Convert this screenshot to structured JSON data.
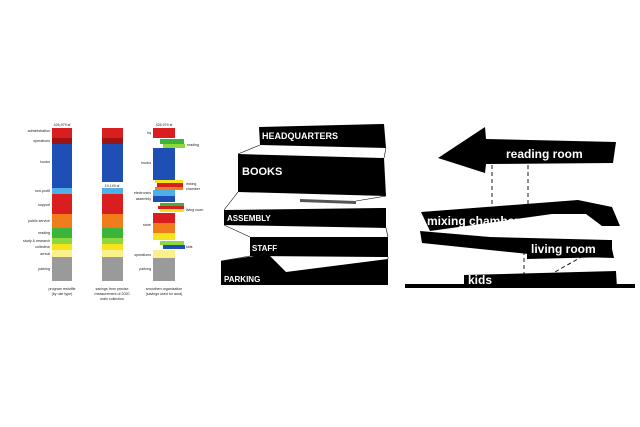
{
  "panel1": {
    "col1": {
      "top_label": "426,979 sf",
      "caption": [
        "program restuffle",
        "(by use type)"
      ],
      "labels": {
        "administration": "administration",
        "operations": "operations",
        "books": "books",
        "non_profit": "non-profit",
        "support": "support",
        "public_service": "public service",
        "reading": "reading",
        "study": "study & research",
        "collective": "collective",
        "arrival": "arrival",
        "parking": "parking"
      }
    },
    "col2": {
      "mid_label": "19,149 sf",
      "caption": [
        "savings from precise",
        "measurement of 2020",
        "main collection"
      ]
    },
    "col3": {
      "top_label": "426,979 sf",
      "caption": [
        "smoothen organization",
        "(savings used for aura)"
      ],
      "labels": {
        "hq": "hq",
        "reading": "reading",
        "books": "books",
        "mixing": "mixing",
        "chamber": "chamber",
        "electronics": "electronics",
        "assembly": "assembly",
        "living_room": "living room",
        "store": "store",
        "kids": "kids",
        "operations": "operations",
        "parking": "parking"
      }
    }
  },
  "panel2": {
    "headquarters": "HEADQUARTERS",
    "books": "BOOKS",
    "assembly": "ASSEMBLY",
    "staff": "STAFF",
    "parking": "PARKING"
  },
  "panel3": {
    "reading_room": "reading room",
    "mixing_chamber": "mixing chamber",
    "living_room": "living room",
    "kids": "kids"
  },
  "colors": {
    "red": "#d81e1e",
    "blue": "#1d4fb5",
    "light_blue": "#4fb0e8",
    "orange": "#f07c1c",
    "green": "#3cb43c",
    "light_green": "#8fd83c",
    "yellow": "#f5e41c",
    "pale_yellow": "#fbf18c",
    "gray": "#9a9a9a",
    "black": "#000000"
  }
}
